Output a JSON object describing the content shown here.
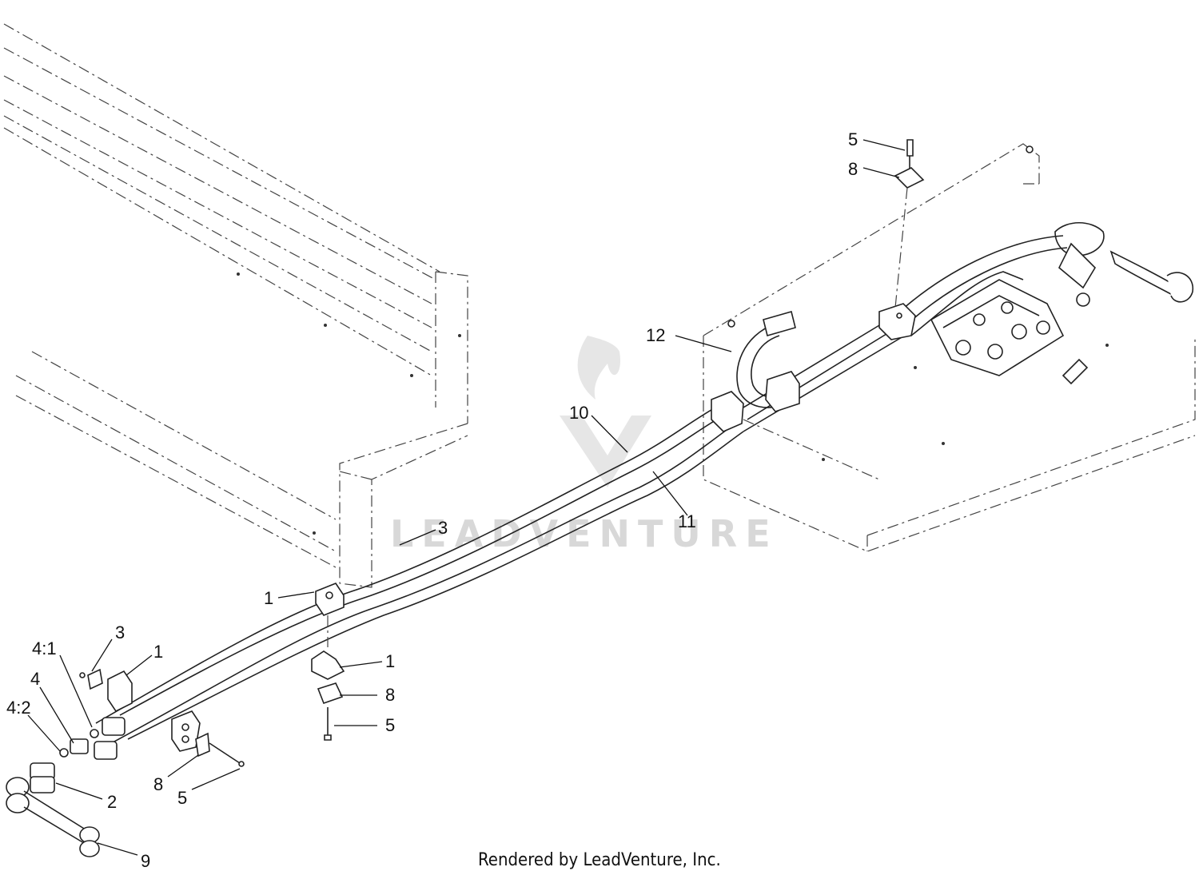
{
  "diagram": {
    "callouts": [
      {
        "id": "c-5-top",
        "label": "5"
      },
      {
        "id": "c-8-top",
        "label": "8"
      },
      {
        "id": "c-12",
        "label": "12"
      },
      {
        "id": "c-10",
        "label": "10"
      },
      {
        "id": "c-11",
        "label": "11"
      },
      {
        "id": "c-3-mid",
        "label": "3"
      },
      {
        "id": "c-1-mid",
        "label": "1"
      },
      {
        "id": "c-3-left",
        "label": "3"
      },
      {
        "id": "c-1-left",
        "label": "1"
      },
      {
        "id": "c-4-1",
        "label": "4:1"
      },
      {
        "id": "c-4",
        "label": "4"
      },
      {
        "id": "c-4-2",
        "label": "4:2"
      },
      {
        "id": "c-1-lower",
        "label": "1"
      },
      {
        "id": "c-8-lower",
        "label": "8"
      },
      {
        "id": "c-5-lower",
        "label": "5"
      },
      {
        "id": "c-8-left",
        "label": "8"
      },
      {
        "id": "c-5-left",
        "label": "5"
      },
      {
        "id": "c-2",
        "label": "2"
      },
      {
        "id": "c-9",
        "label": "9"
      }
    ],
    "watermark": "LEADVENTURE",
    "footer": "Rendered by LeadVenture, Inc."
  }
}
